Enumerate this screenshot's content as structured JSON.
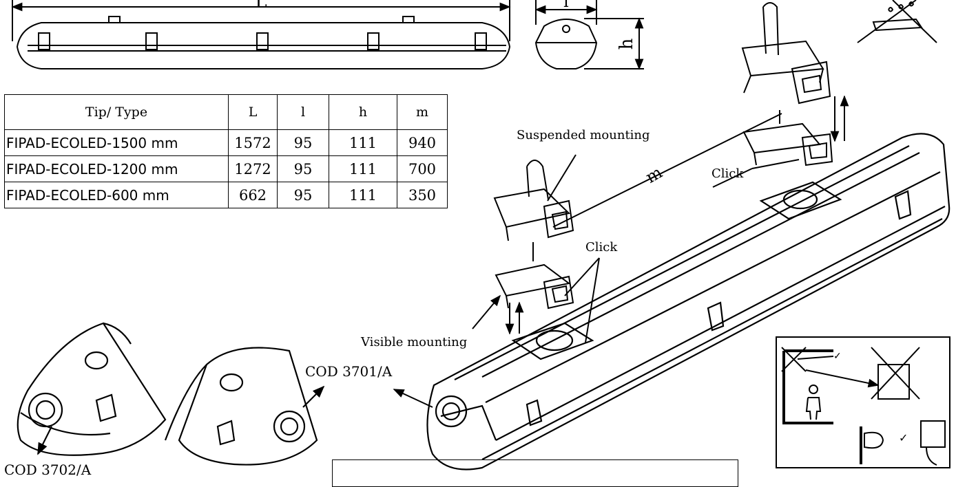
{
  "dimensions": {
    "L": "L",
    "l": "l",
    "h": "h",
    "m": "m"
  },
  "table": {
    "headers": [
      "Tip/ Type",
      "L",
      "l",
      "h",
      "m"
    ],
    "rows": [
      [
        "FIPAD-ECOLED-1500 mm",
        "1572",
        "95",
        "111",
        "940"
      ],
      [
        "FIPAD-ECOLED-1200 mm",
        "1272",
        "95",
        "111",
        "700"
      ],
      [
        "FIPAD-ECOLED-600 mm",
        "662",
        "95",
        "111",
        "350"
      ]
    ]
  },
  "labels": {
    "suspended_mounting": "Suspended mounting",
    "visible_mounting": "Visible mounting",
    "click_top": "Click",
    "click_bottom": "Click",
    "cod_3701": "COD 3701/A",
    "cod_3702": "COD 3702/A"
  }
}
